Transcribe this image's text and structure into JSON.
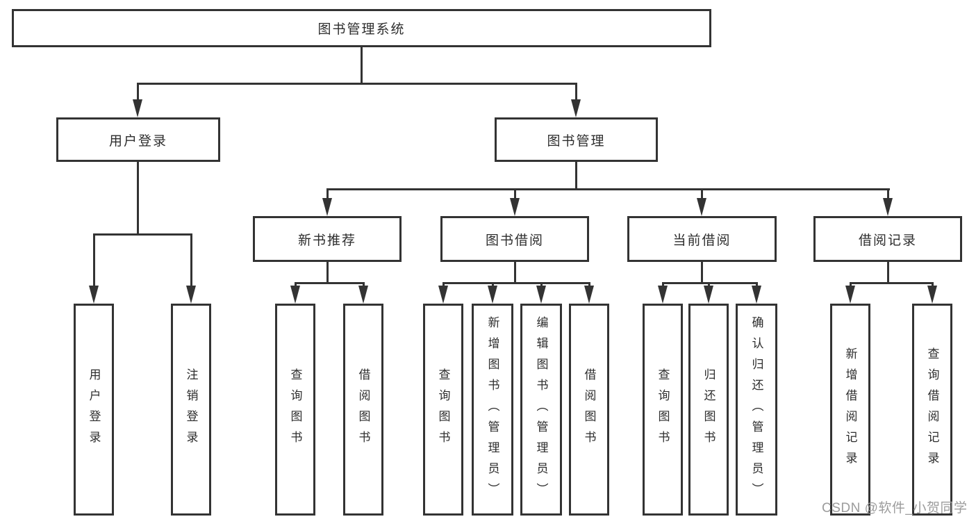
{
  "diagram": {
    "root": {
      "label": "图书管理系统"
    },
    "level2": {
      "user_login": {
        "label": "用户登录"
      },
      "book_mgmt": {
        "label": "图书管理"
      }
    },
    "level3": {
      "new_books": {
        "label": "新书推荐"
      },
      "book_borrow": {
        "label": "图书借阅"
      },
      "current_borrow": {
        "label": "当前借阅"
      },
      "borrow_records": {
        "label": "借阅记录"
      }
    },
    "leaves": {
      "user_login": {
        "label": "用户登录"
      },
      "logout": {
        "label": "注销登录"
      },
      "nb_query_books": {
        "label": "查询图书"
      },
      "nb_borrow_books": {
        "label": "借阅图书"
      },
      "bb_query_books": {
        "label": "查询图书"
      },
      "bb_add_books": {
        "label": "新增图书（管理员）"
      },
      "bb_edit_books": {
        "label": "编辑图书（管理员）"
      },
      "bb_borrow_books": {
        "label": "借阅图书"
      },
      "cb_query_books": {
        "label": "查询图书"
      },
      "cb_return_books": {
        "label": "归还图书"
      },
      "cb_confirm_return": {
        "label": "确认归还（管理员）"
      },
      "br_add_record": {
        "label": "新增借阅记录"
      },
      "br_query_record": {
        "label": "查询借阅记录"
      }
    }
  },
  "watermark": {
    "text": "CSDN @软件_小贺同学"
  },
  "colors": {
    "line": "#333333",
    "text": "#2d2d2d",
    "watermark": "#9c9c9c",
    "background": "#ffffff"
  }
}
